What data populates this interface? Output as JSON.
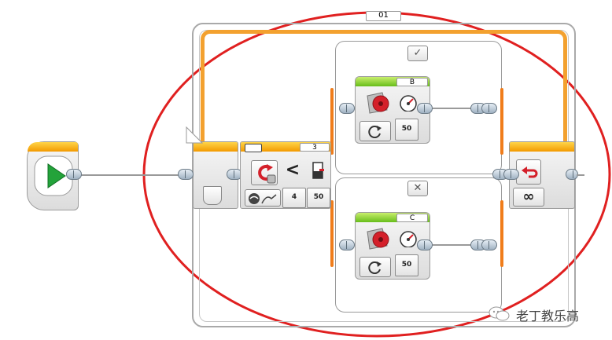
{
  "loop": {
    "name": "01",
    "mode_icon": "infinity-icon",
    "mode_symbol": "∞"
  },
  "start_block": {
    "icon": "play-icon"
  },
  "switch": {
    "port_number": "3",
    "sensor_icon": "gyro-sensor-icon",
    "compare_symbol": "<",
    "threshold": "4",
    "rate": "50",
    "true_case_symbol": "✓",
    "false_case_symbol": "✕"
  },
  "motor_b": {
    "port": "B",
    "power": "50",
    "mode_icon": "motor-on-icon"
  },
  "motor_c": {
    "port": "C",
    "power": "50",
    "mode_icon": "motor-on-icon"
  },
  "watermark": {
    "text": "老丁教乐高",
    "icon": "wechat-icon"
  },
  "colors": {
    "annotation_circle": "#e02020",
    "loop_wire": "#f3a12f",
    "case_frame": "#f07d1b"
  }
}
